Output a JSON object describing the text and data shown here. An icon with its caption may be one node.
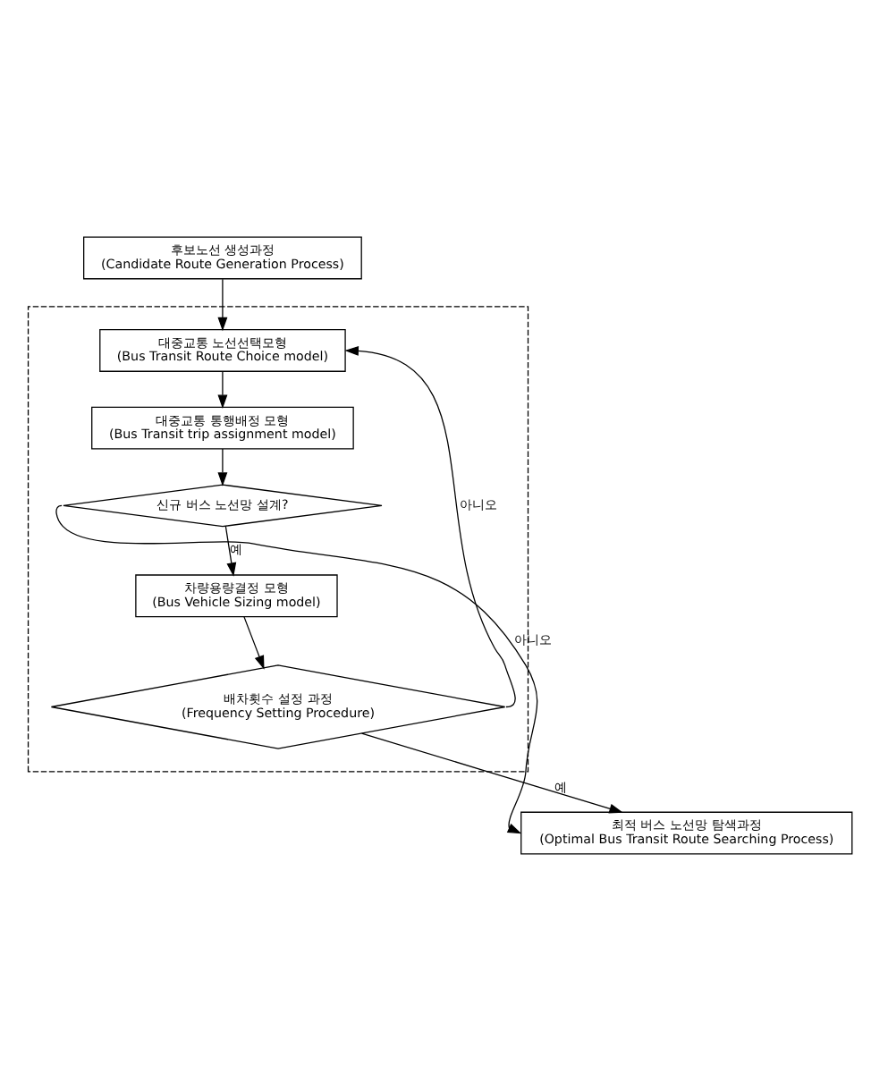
{
  "diagram": {
    "nodes": [
      {
        "text": [
          "후보노선 생성과정",
          "(Candidate Route Generation Process)"
        ]
      },
      {
        "text": [],
        "shape": "box"
      },
      {
        "text": [
          "대중교통 노선선택모형",
          "(Bus Transit Route Choice model)"
        ],
        "in": 1
      },
      {
        "text": [
          "대중교통 통행배정 모형",
          "(Bus Transit trip assignment model)"
        ],
        "in": 1
      },
      {
        "text": [
          "신규 버스 노선망 설계?"
        ],
        "in": 1
      },
      {
        "text": [
          "차량용량결정 모형",
          "(Bus Vehicle Sizing model)"
        ],
        "in": 1
      },
      {
        "text": [
          "배차횟수 설정 과정",
          "(Frequency Setting Procedure)"
        ],
        "in": 1
      },
      {
        "text": [
          "최적 버스 노선망 탐색과정",
          "(Optimal Bus Transit Route Searching Process)"
        ]
      }
    ],
    "edges": [
      {
        "from": 0,
        "to": 2,
        "arrow": "to"
      },
      {
        "from": 2,
        "to": 3,
        "arrow": "to"
      },
      {
        "from": 3,
        "to": 4,
        "arrow": "to"
      },
      {
        "from": 4,
        "to": 5,
        "arrow": "to",
        "label": "예"
      },
      {
        "from": 4,
        "to": 7,
        "arrow": "to",
        "label": "아니오"
      },
      {
        "from": 5,
        "to": 6,
        "arrow": "to"
      },
      {
        "from": 6,
        "to": 2,
        "arrow": "to",
        "label": "아니오"
      },
      {
        "from": 6,
        "to": 7,
        "arrow": "to",
        "label": "예"
      }
    ]
  }
}
